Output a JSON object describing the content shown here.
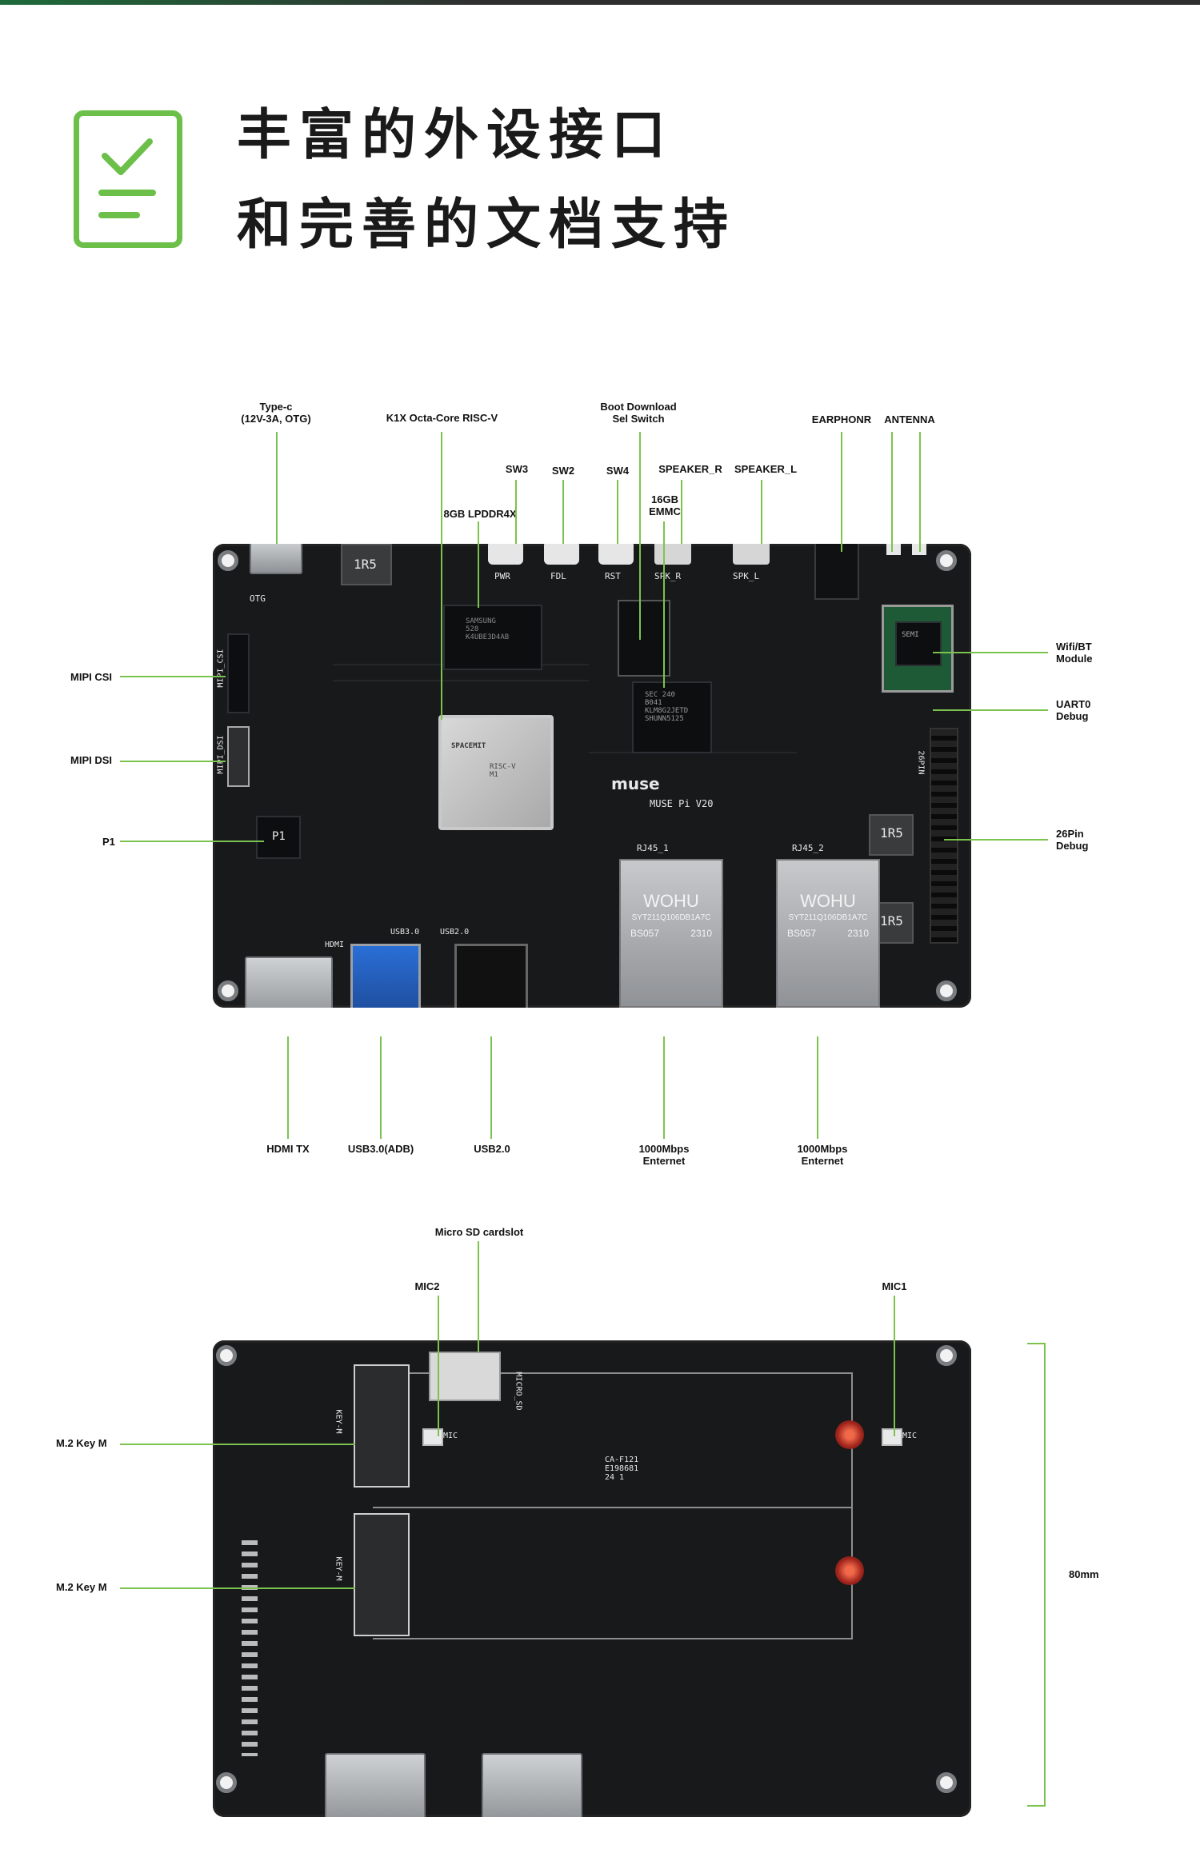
{
  "header": {
    "icon": "checklist-icon",
    "accent": "#6cc04a",
    "title_line1": "丰富的外设接口",
    "title_line2": "和完善的文档支持"
  },
  "front_board": {
    "labels": {
      "typec": "Type-c\n(12V-3A, OTG)",
      "k1x": "K1X Octa-Core RISC-V",
      "boot": "Boot Download\nSel Switch",
      "earphone": "EARPHONR",
      "antenna": "ANTENNA",
      "sw3": "SW3",
      "sw2": "SW2",
      "sw4": "SW4",
      "speaker_r": "SPEAKER_R",
      "speaker_l": "SPEAKER_L",
      "emmc": "16GB\nEMMC",
      "lpddr": "8GB LPDDR4X",
      "wifi": "Wifi/BT\nModule",
      "uart": "UART0\nDebug",
      "debug26": "26Pin\nDebug",
      "mipi_csi": "MIPI CSI",
      "mipi_dsi": "MIPI DSI",
      "p1": "P1",
      "hdmi": "HDMI TX",
      "usb3": "USB3.0(ADB)",
      "usb2": "USB2.0",
      "eth1": "1000Mbps\nEnternet",
      "eth2": "1000Mbps\nEnternet"
    },
    "silk": {
      "inductor1": "1R5",
      "inductor2": "1R5",
      "inductor3": "1R5",
      "chip_vendor": "SPACEMIT",
      "chip_model": "RISC-V\nM1",
      "logo": "muse",
      "model": "MUSE Pi V20",
      "rj45_1": "RJ45_1",
      "rj45_2": "RJ45_2",
      "hdmi": "HDMI",
      "usb3": "USB3.0",
      "usb2": "USB2.0",
      "otg": "OTG",
      "pwr": "PWR",
      "fdl": "FDL",
      "rst": "RST",
      "spk_r": "SPK_R",
      "spk_l": "SPK_L",
      "mipi_csi": "MIPI_CSI",
      "mipi_dsi": "MIPI_DSI",
      "p1": "P1",
      "pin26": "26PIN",
      "emmc_chip": "SEC 240\nB041\nKLM8G2JETD\nSHUNN5125",
      "ddr_chip": "SAMSUNG\n528\nK4UBE3D4AB",
      "wifi_chip": "SEMI"
    },
    "rj45": [
      {
        "brand": "WOHU",
        "part": "SYT211Q106DB1A7C",
        "code": "BS057",
        "date": "2310"
      },
      {
        "brand": "WOHU",
        "part": "SYT211Q106DB1A7C",
        "code": "BS057",
        "date": "2310"
      }
    ]
  },
  "back_board": {
    "labels": {
      "microsd": "Micro SD cardslot",
      "mic2": "MIC2",
      "mic1": "MIC1",
      "m2_1": "M.2 Key M",
      "m2_2": "M.2 Key M",
      "dim": "80mm"
    },
    "silk": {
      "micro_sd": "MICRO_SD",
      "mic_a": "MIC",
      "mic_b": "MIC",
      "keym1": "KEY-M",
      "keym2": "KEY-M",
      "label_block": "CA-F121\nE198681\n24 1"
    }
  }
}
